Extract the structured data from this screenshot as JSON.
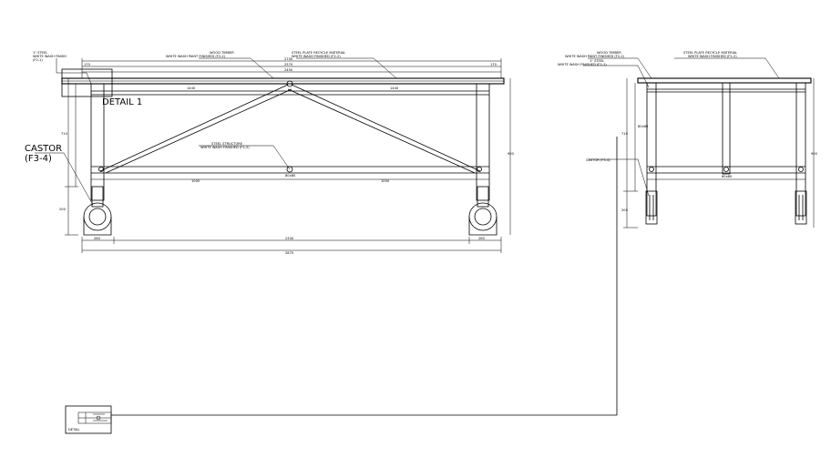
{
  "front_view": {
    "top_labels": {
      "steel_pipe": "1\" STEEL",
      "white_wash_finish_1": "WHITE WASH FINISH",
      "finish_code_1": "(F2-1)",
      "wood_timber": "WOOD TIMBER",
      "white_wash_finish_2": "WHITE WASH PAINT FINISHED (F2-2)",
      "steel_plate": "STEEL PLATE RECYCLE MATERIAL",
      "white_wash_finish_3": "WHITE WASH FINISHED (F2-2)"
    },
    "detail_label": "DETAIL 1",
    "castor_label": "CASTOR",
    "castor_code": "(F3-4)",
    "mid_labels": {
      "steel_structure": "STEEL STRUCTURE",
      "white_wash_finish": "WHITE WASH FINISHED (F2-2)"
    },
    "dims": {
      "overall_top": "2700",
      "second_top": "2570",
      "third_top": "2450",
      "left_edge": "170",
      "right_edge": "170",
      "rail_a": "1440",
      "rail_b": "1440",
      "center_mark": "80x80",
      "lower_left": "1000",
      "lower_right": "1000",
      "bottom_left": "260",
      "bottom_mid": "2330",
      "bottom_right": "260",
      "bottom_overall": "2870",
      "height_overall": "900",
      "height_leg": "710",
      "height_castor": "200"
    }
  },
  "side_view": {
    "labels": {
      "wood_timber": "WOOD TIMBER",
      "white_wash_paint": "WHITE WASH PAINT FINISHED (F2-2)",
      "steel_pipe": "1\" STEEL",
      "white_wash_finish": "WHITE WASH FINISHED (F2-1)",
      "steel_plate": "STEEL PLATE RECYCLE MATERIAL",
      "white_wash_finish_2": "WHITE WASH FINISHED (F2-2)",
      "castor": "CASTOR (F3-4)"
    },
    "dims": {
      "height_overall": "900",
      "height_leg": "710",
      "height_castor": "200",
      "inner": "80x80",
      "center_gap": "80x80"
    }
  },
  "title_block": {
    "mark": "DETAIL"
  }
}
